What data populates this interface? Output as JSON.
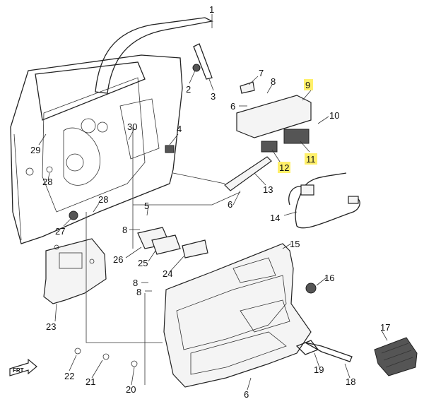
{
  "callouts": {
    "c1": "1",
    "c2": "2",
    "c3": "3",
    "c4": "4",
    "c5": "5",
    "c6a": "6",
    "c6b": "6",
    "c6c": "6",
    "c7": "7",
    "c8a": "8",
    "c8b": "8",
    "c8c": "8",
    "c8d": "8",
    "c9": "9",
    "c10": "10",
    "c11": "11",
    "c12": "12",
    "c13": "13",
    "c14": "14",
    "c15": "15",
    "c16": "16",
    "c17": "17",
    "c18": "18",
    "c19": "19",
    "c20": "20",
    "c21": "21",
    "c22": "22",
    "c23": "23",
    "c24": "24",
    "c25": "25",
    "c26": "26",
    "c27": "27",
    "c28a": "28",
    "c28b": "28",
    "c29": "29",
    "c30": "30"
  },
  "front_arrow": "FRT",
  "highlight_color": "#fff06a"
}
